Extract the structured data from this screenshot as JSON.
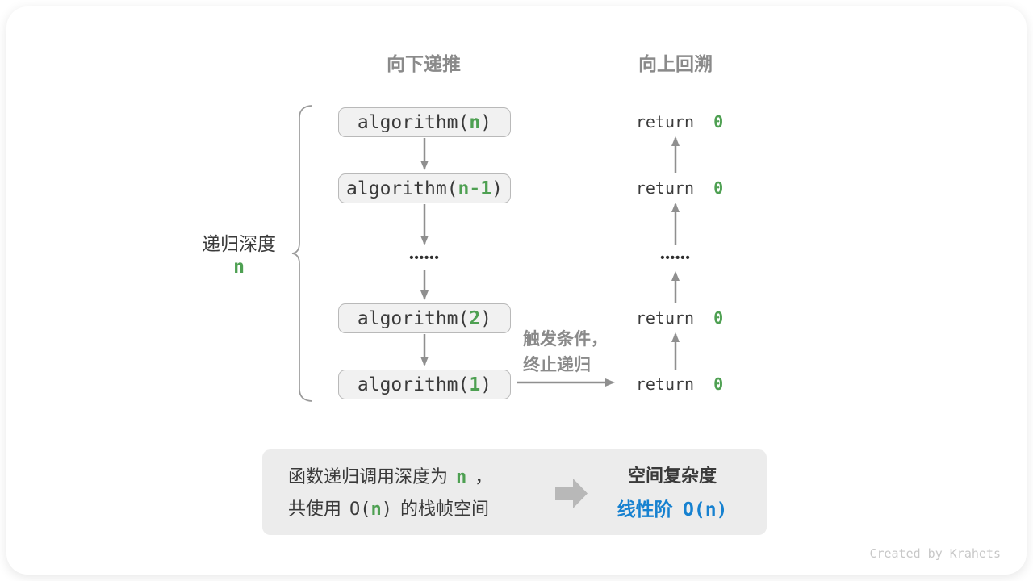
{
  "colors": {
    "green": "#4ea052",
    "blue": "#1681d0",
    "text-dark": "#3a3a3a",
    "text-gray": "#8a8a8a",
    "arrow-gray": "#8f8f8f",
    "box-bg": "#f1f1f1",
    "box-border": "#b9b9b9",
    "summary-bg": "#ececec",
    "footer-gray": "#c8c8c8",
    "block-arrow": "#b8b8b8"
  },
  "headers": {
    "down": "向下递推",
    "up": "向上回溯"
  },
  "depth_label": {
    "text": "递归深度",
    "var": "n"
  },
  "recursion": {
    "boxes": [
      {
        "pre": "algorithm(",
        "arg": "n",
        "post": ")"
      },
      {
        "pre": "algorithm(",
        "arg": "n-1",
        "post": ")"
      },
      {
        "pre": "algorithm(",
        "arg": "2",
        "post": ")"
      },
      {
        "pre": "algorithm(",
        "arg": "1",
        "post": ")"
      }
    ],
    "ellipsis": "••••••"
  },
  "backtrack": {
    "returns": [
      {
        "keyword": "return",
        "value": "0"
      },
      {
        "keyword": "return",
        "value": "0"
      },
      {
        "keyword": "return",
        "value": "0"
      },
      {
        "keyword": "return",
        "value": "0"
      }
    ],
    "ellipsis": "••••••"
  },
  "annotation": {
    "line1": "触发条件，",
    "line2": "终止递归"
  },
  "summary": {
    "left": {
      "line1_pre": "函数递归调用深度为",
      "line1_var": "n",
      "line1_post": "，",
      "line2_pre": "共使用",
      "line2_o_open": "O(",
      "line2_var": "n",
      "line2_o_close": ")",
      "line2_post": "的栈帧空间"
    },
    "right": {
      "title": "空间复杂度",
      "order": "线性阶",
      "notation": "O(n)"
    }
  },
  "footer": {
    "credit": "Created by Krahets"
  }
}
